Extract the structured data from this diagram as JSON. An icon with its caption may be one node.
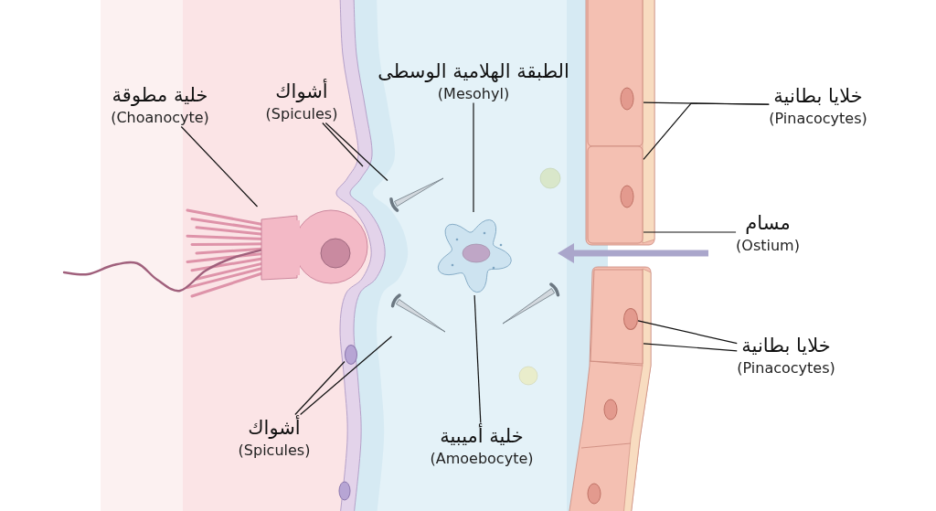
{
  "diagram": {
    "nodes": [
      {
        "text": [
          "خلية مطوقة",
          "(Choanocyte)"
        ]
      },
      {
        "text": [
          "أشواك",
          "(Spicules)"
        ]
      },
      {
        "text": [
          "الطبقة الهلامية الوسطى",
          "(Mesohyl)"
        ]
      },
      {
        "text": [
          "خلايا بطانية",
          "(Pinacocytes)"
        ]
      },
      {
        "text": [
          "مسام",
          "(Ostium)"
        ]
      },
      {
        "text": [
          "خلايا بطانية",
          "(Pinacocytes)"
        ]
      },
      {
        "text": [
          "أشواك",
          "(Spicules)"
        ]
      },
      {
        "text": [
          "خلية أميبية",
          "(Amoebocyte)"
        ]
      },
      {
        "text": [],
        "shape": "picture"
      },
      {
        "text": [],
        "shape": "picture"
      },
      {
        "text": [],
        "shape": "picture"
      },
      {
        "text": [],
        "shape": "picture"
      },
      {
        "text": [],
        "shape": "picture"
      },
      {
        "text": [],
        "shape": "picture"
      },
      {
        "text": [],
        "shape": "circle",
        "in": 13
      },
      {
        "text": [],
        "shape": "circle"
      },
      {
        "text": [],
        "shape": "picture"
      }
    ],
    "edges": [
      {
        "from": 0,
        "to": 8,
        "arrow": "none"
      },
      {
        "from": 1,
        "to": null,
        "arrow": "none"
      },
      {
        "from": 1,
        "to": 9,
        "arrow": "none"
      },
      {
        "from": 2,
        "to": null,
        "arrow": "none"
      },
      {
        "from": 3,
        "to": 11,
        "arrow": "none"
      },
      {
        "from": 3,
        "to": 12,
        "arrow": "none"
      },
      {
        "from": 4,
        "to": 12,
        "arrow": "none"
      },
      {
        "from": 5,
        "to": 14,
        "arrow": "none"
      },
      {
        "from": 5,
        "to": 13,
        "arrow": "none"
      },
      {
        "from": 6,
        "to": 15,
        "arrow": "none"
      },
      {
        "from": 6,
        "to": 16,
        "arrow": "none"
      },
      {
        "from": 7,
        "to": 10,
        "arrow": "none"
      }
    ]
  }
}
